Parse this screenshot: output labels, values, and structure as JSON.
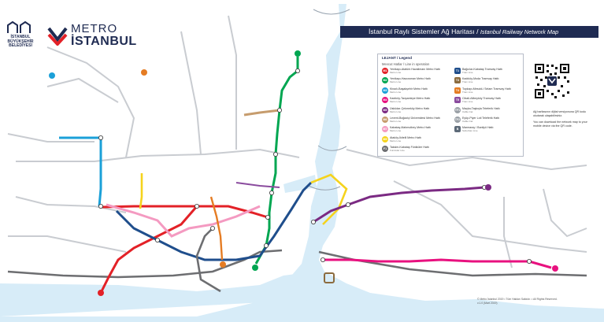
{
  "map": {
    "title_tr": "İstanbul Raylı Sistemler Ağ Haritası",
    "title_sep": " / ",
    "title_en": "Istanbul Railway Network Map",
    "logo_ibb": "İSTANBUL BÜYÜKŞEHİR BELEDİYESİ",
    "logo_metro": "METRO",
    "logo_istanbul": "İSTANBUL",
    "legend_title": "LEJANT / Legend",
    "legend_subtitle": "Mevcut Hatlar / Line in operation",
    "legend_items": [
      {
        "code": "M1",
        "color": "#e32127",
        "label": "Yenikapı-Atatürk Havalimanı Metro Hattı",
        "sub": "Metro Line",
        "shape": "circle"
      },
      {
        "code": "M2",
        "color": "#00a651",
        "label": "Yenikapı-Hacıosman Metro Hattı",
        "sub": "Metro Line",
        "shape": "circle"
      },
      {
        "code": "M3",
        "color": "#1ba0d8",
        "label": "Kirazlı-Başakşehir Metro Hattı",
        "sub": "Metro Line",
        "shape": "circle"
      },
      {
        "code": "M4",
        "color": "#e8117f",
        "label": "Kadıköy-Tavşantepe Metro Hattı",
        "sub": "Metro Line",
        "shape": "circle"
      },
      {
        "code": "M5",
        "color": "#7b2a83",
        "label": "Üsküdar-Çekmeköy Metro Hattı",
        "sub": "Metro Line",
        "shape": "circle"
      },
      {
        "code": "M6",
        "color": "#c69c6d",
        "label": "Levent-Boğaziçi Üniversitesi Metro Hattı",
        "sub": "Metro Line",
        "shape": "circle"
      },
      {
        "code": "M7",
        "color": "#f49ac1",
        "label": "Kabataş-Mahmutbey Metro Hattı",
        "sub": "Metro Line",
        "shape": "circle"
      },
      {
        "code": "M9",
        "color": "#f5d31d",
        "label": "Ataköy-İkitelli Metro Hattı",
        "sub": "Metro Line",
        "shape": "circle"
      },
      {
        "code": "F1",
        "color": "#6d6e71",
        "label": "Taksim-Kabataş Füniküler Hattı",
        "sub": "Funicular Line",
        "shape": "circle"
      },
      {
        "code": "T1",
        "color": "#1f4e8c",
        "label": "Bağcılar-Kabataş Tramvay Hattı",
        "sub": "Tram Line",
        "shape": "square"
      },
      {
        "code": "T3",
        "color": "#8b6b3e",
        "label": "Kadıköy-Moda Tramvay Hattı",
        "sub": "Tram Line",
        "shape": "square"
      },
      {
        "code": "T4",
        "color": "#e57c23",
        "label": "Topkapı-Mescid-i Selam Tramvay Hattı",
        "sub": "Tram Line",
        "shape": "square"
      },
      {
        "code": "T5",
        "color": "#8a4b9e",
        "label": "Cibali-Alibeyköy Tramvay Hattı",
        "sub": "Tram Line",
        "shape": "square"
      },
      {
        "code": "TF1",
        "color": "#9aa0a6",
        "label": "Maçka-Taşkışla Teleferik Hattı",
        "sub": "Cable Car",
        "shape": "circle"
      },
      {
        "code": "TF2",
        "color": "#9aa0a6",
        "label": "Eyüp-Piyer Loti Teleferik Hattı",
        "sub": "Cable Car",
        "shape": "circle"
      },
      {
        "code": "B",
        "color": "#5d6a78",
        "label": "Marmaray / Banliyö Hattı",
        "sub": "Suburban Line",
        "shape": "square"
      }
    ],
    "qr_text_tr": "Ağ haritasının dijital versiyonuna QR kodu okutarak ulaşabilirsiniz.",
    "qr_text_en": "You can download the network map to your mobile device via the QR code.",
    "footer_line1": "© Metro İstanbul 2019 • Tüm Hakları Saklıdır. • All Rights Reserved.",
    "footer_line2": "v.1.0 (Mart 2019)",
    "colors": {
      "water": "#d7ecf8",
      "navy": "#1f2b52",
      "m1": "#e32127",
      "m2": "#00a651",
      "m3": "#1ba0d8",
      "m4": "#e8117f",
      "m5": "#7b2a83",
      "m6": "#c69c6d",
      "m7": "#f49ac1",
      "m9": "#f5d31d",
      "t1": "#1f4e8c",
      "t4": "#e57c23",
      "t5": "#8a4b9e",
      "rail": "#6d6e71",
      "future": "#c9ccd1"
    }
  }
}
